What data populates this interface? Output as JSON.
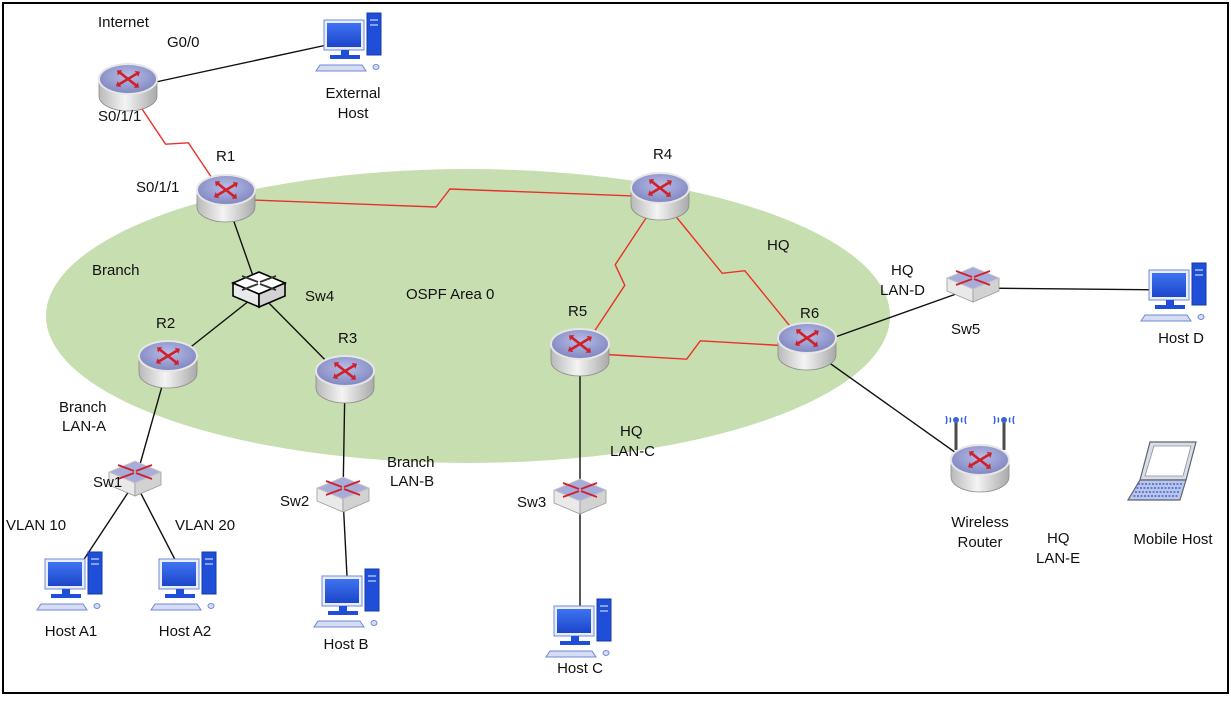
{
  "diagram": {
    "area_label": "OSPF Area 0",
    "region_labels": {
      "branch": "Branch",
      "hq": "HQ",
      "branch_lan_a": [
        "Branch",
        "LAN-A"
      ],
      "branch_lan_b": [
        "Branch",
        "LAN-B"
      ],
      "hq_lan_c": [
        "HQ",
        "LAN-C"
      ],
      "hq_lan_d": [
        "HQ",
        "LAN-D"
      ],
      "hq_lan_e": [
        "HQ",
        "LAN-E"
      ],
      "vlan_10": "VLAN 10",
      "vlan_20": "VLAN 20"
    },
    "interface_labels": {
      "internet_g0_0": "G0/0",
      "internet_s0_1_1": "S0/1/1",
      "r1_s0_1_1": "S0/1/1"
    },
    "nodes": [
      {
        "id": "internet",
        "type": "router",
        "label": [
          "Internet"
        ]
      },
      {
        "id": "r1",
        "type": "router",
        "label": [
          "R1"
        ]
      },
      {
        "id": "r2",
        "type": "router",
        "label": [
          "R2"
        ]
      },
      {
        "id": "r3",
        "type": "router",
        "label": [
          "R3"
        ]
      },
      {
        "id": "r4",
        "type": "router",
        "label": [
          "R4"
        ]
      },
      {
        "id": "r5",
        "type": "router",
        "label": [
          "R5"
        ]
      },
      {
        "id": "r6",
        "type": "router",
        "label": [
          "R6"
        ]
      },
      {
        "id": "wireless",
        "type": "wireless-router",
        "label": [
          "Wireless",
          "Router"
        ]
      },
      {
        "id": "sw1",
        "type": "switch",
        "label": [
          "Sw1"
        ]
      },
      {
        "id": "sw2",
        "type": "switch",
        "label": [
          "Sw2"
        ]
      },
      {
        "id": "sw3",
        "type": "switch",
        "label": [
          "Sw3"
        ]
      },
      {
        "id": "sw4",
        "type": "l3switch",
        "label": [
          "Sw4"
        ]
      },
      {
        "id": "sw5",
        "type": "switch",
        "label": [
          "Sw5"
        ]
      },
      {
        "id": "ext",
        "type": "pc",
        "label": [
          "External",
          "Host"
        ]
      },
      {
        "id": "hd",
        "type": "pc",
        "label": [
          "Host D"
        ]
      },
      {
        "id": "ha1",
        "type": "pc",
        "label": [
          "Host A1"
        ]
      },
      {
        "id": "ha2",
        "type": "pc",
        "label": [
          "Host A2"
        ]
      },
      {
        "id": "hb",
        "type": "pc",
        "label": [
          "Host B"
        ]
      },
      {
        "id": "hc",
        "type": "pc",
        "label": [
          "Host C"
        ]
      },
      {
        "id": "mobile",
        "type": "laptop",
        "label": [
          "Mobile Host"
        ]
      }
    ],
    "links": [
      {
        "from": "internet",
        "to": "ext",
        "type": "ethernet"
      },
      {
        "from": "internet",
        "to": "r1",
        "type": "serial"
      },
      {
        "from": "r1",
        "to": "r4",
        "type": "serial"
      },
      {
        "from": "r4",
        "to": "r5",
        "type": "serial"
      },
      {
        "from": "r4",
        "to": "r6",
        "type": "serial"
      },
      {
        "from": "r5",
        "to": "r6",
        "type": "serial"
      },
      {
        "from": "r1",
        "to": "sw4",
        "type": "ethernet"
      },
      {
        "from": "sw4",
        "to": "r2",
        "type": "ethernet"
      },
      {
        "from": "sw4",
        "to": "r3",
        "type": "ethernet"
      },
      {
        "from": "r2",
        "to": "sw1",
        "type": "ethernet"
      },
      {
        "from": "sw1",
        "to": "ha1",
        "type": "ethernet"
      },
      {
        "from": "sw1",
        "to": "ha2",
        "type": "ethernet"
      },
      {
        "from": "r3",
        "to": "sw2",
        "type": "ethernet"
      },
      {
        "from": "sw2",
        "to": "hb",
        "type": "ethernet"
      },
      {
        "from": "r5",
        "to": "sw3",
        "type": "ethernet"
      },
      {
        "from": "sw3",
        "to": "hc",
        "type": "ethernet"
      },
      {
        "from": "r6",
        "to": "sw5",
        "type": "ethernet"
      },
      {
        "from": "sw5",
        "to": "hd",
        "type": "ethernet"
      },
      {
        "from": "r6",
        "to": "wireless",
        "type": "ethernet"
      }
    ],
    "colors": {
      "area_fill": "#c7dfb0",
      "serial_link": "#e8312a",
      "ethernet_link": "#111111",
      "router_top": "#8d93c8",
      "router_arrow": "#d0202a",
      "pc_blue": "#1f4fd8",
      "border": "#000000"
    }
  }
}
